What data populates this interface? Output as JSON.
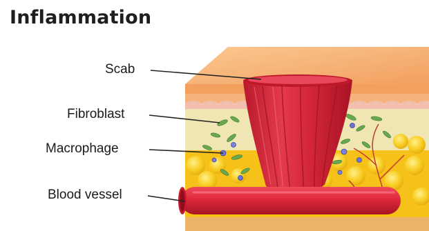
{
  "title": "Inflammation",
  "labels": {
    "scab": "Scab",
    "fibroblast": "Fibroblast",
    "macrophage": "Macrophage",
    "blood_vessel": "Blood vessel"
  },
  "colors": {
    "skin_top": "#f7b574",
    "skin_side": "#f1a064",
    "dermis": "#efe6b4",
    "fat": "#f8c81c",
    "scab": "#d92b3e",
    "vessel": "#e3283c",
    "fibroblast": "#6aa84f",
    "macrophage": "#6a74d6"
  }
}
